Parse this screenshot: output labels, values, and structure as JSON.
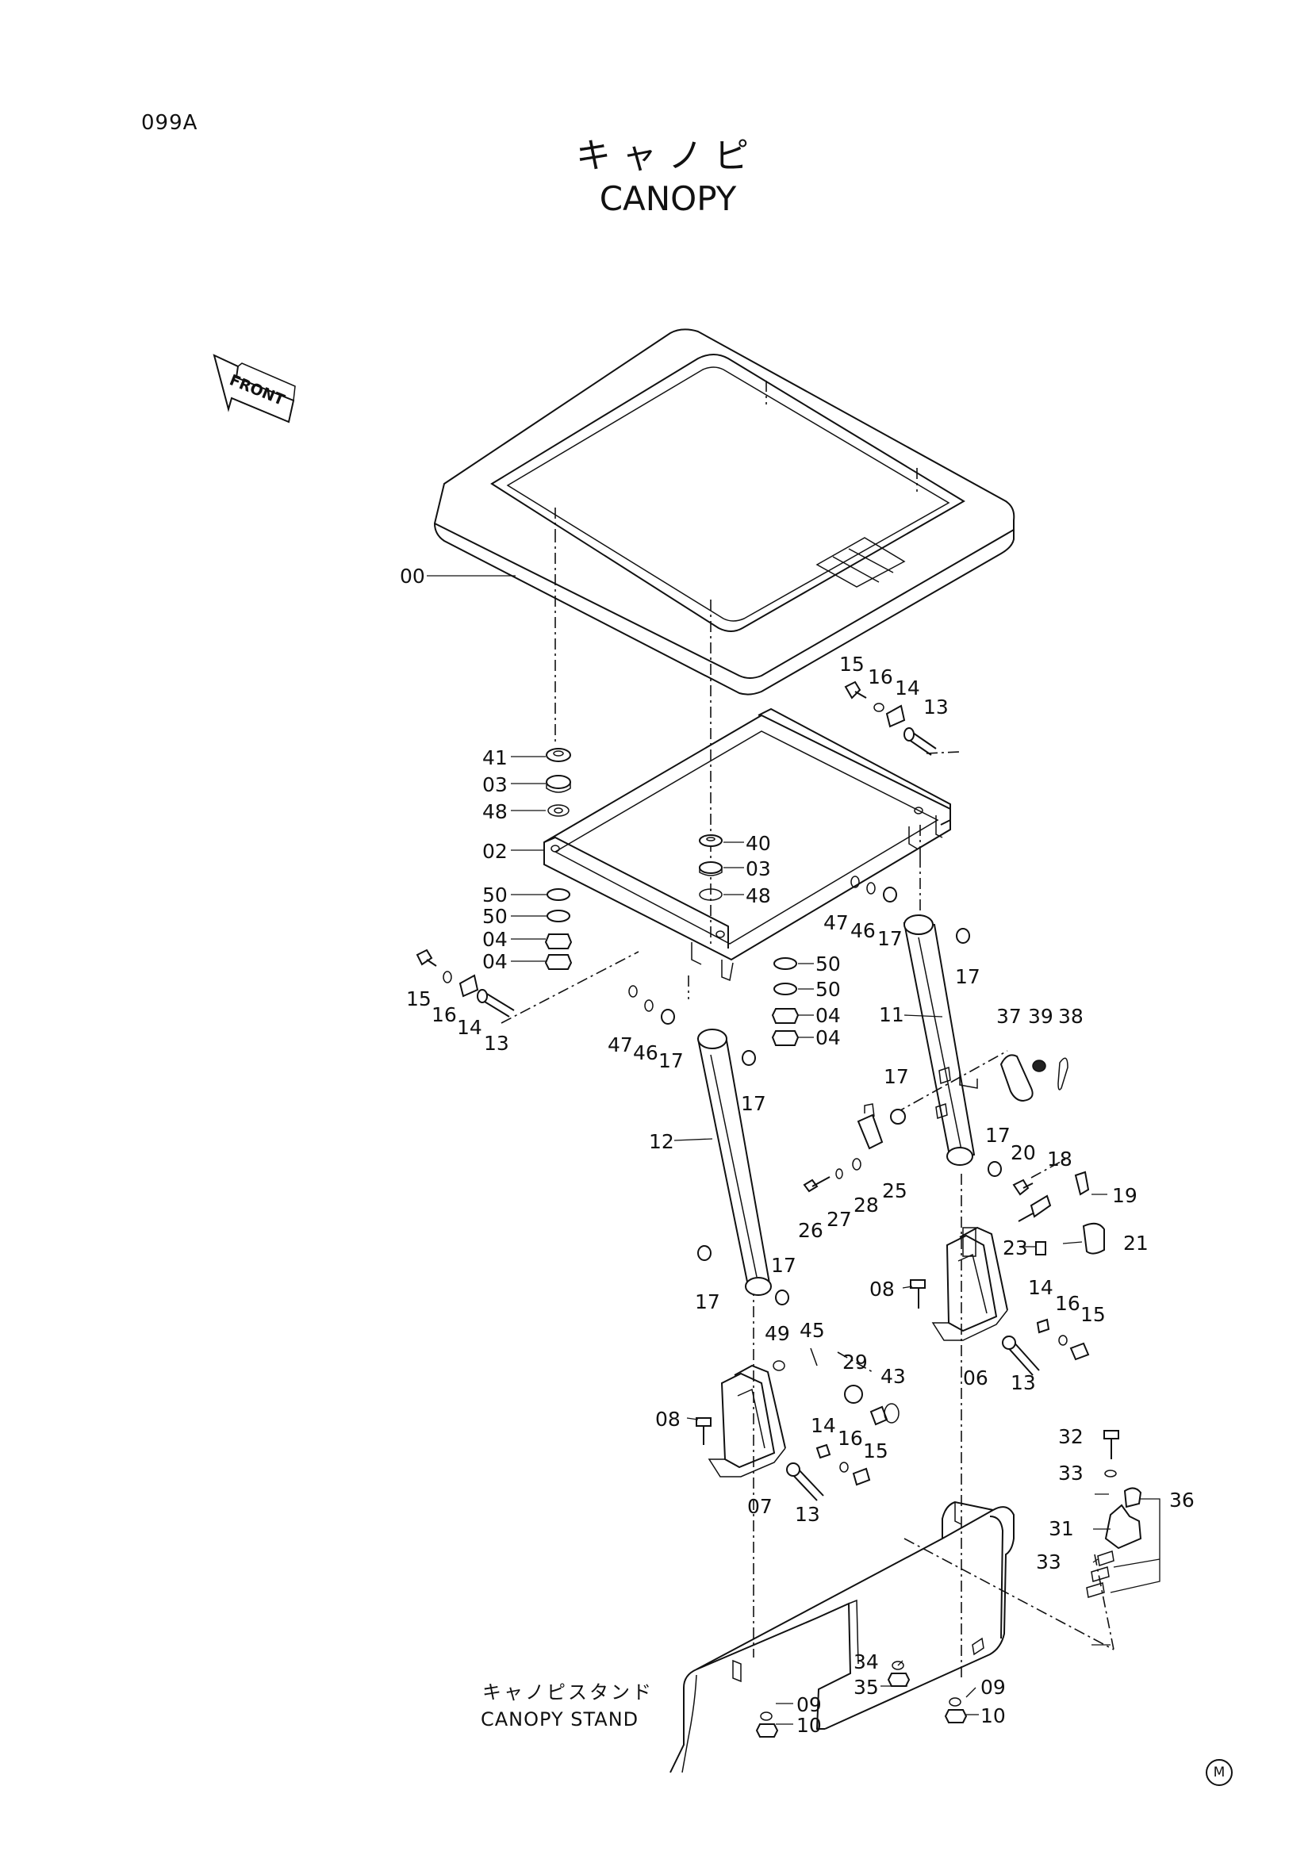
{
  "header": {
    "page_code": "099A",
    "title_jp": "キャノピ",
    "title_en": "CANOPY"
  },
  "front_label": "FRONT",
  "stand_label": {
    "jp": "キャノピスタンド",
    "en": "CANOPY STAND"
  },
  "corner_mark": "M",
  "callouts": {
    "c00": "00",
    "c41": "41",
    "c03a": "03",
    "c48a": "48",
    "c02": "02",
    "c50a": "50",
    "c50b": "50",
    "c04a": "04",
    "c04b": "04",
    "c40": "40",
    "c03b": "03",
    "c48b": "48",
    "c50c": "50",
    "c50d": "50",
    "c04c": "04",
    "c04d": "04",
    "c15a": "15",
    "c16a": "16",
    "c14a": "14",
    "c13a": "13",
    "c15b": "15",
    "c16b": "16",
    "c14b": "14",
    "c13b": "13",
    "c47a": "47",
    "c46a": "46",
    "c17a": "17",
    "c17b": "17",
    "c47b": "47",
    "c46b": "46",
    "c17c": "17",
    "c17d": "17",
    "c11": "11",
    "c12": "12",
    "c37": "37",
    "c39": "39",
    "c38": "38",
    "c17e": "17",
    "c17f": "17",
    "c20": "20",
    "c18": "18",
    "c19": "19",
    "c21": "21",
    "c23": "23",
    "c25": "25",
    "c26": "26",
    "c27": "27",
    "c28": "28",
    "c17g": "17",
    "c17h": "17",
    "c08a": "08",
    "c06": "06",
    "c14c": "14",
    "c16c": "16",
    "c15c": "15",
    "c13c": "13",
    "c49": "49",
    "c45": "45",
    "c29": "29",
    "c43": "43",
    "c08b": "08",
    "c07": "07",
    "c14d": "14",
    "c16d": "16",
    "c15d": "15",
    "c13d": "13",
    "c32": "32",
    "c33a": "33",
    "c36": "36",
    "c31": "31",
    "c33b": "33",
    "c34": "34",
    "c35": "35",
    "c09a": "09",
    "c10a": "10",
    "c09b": "09",
    "c10b": "10"
  }
}
